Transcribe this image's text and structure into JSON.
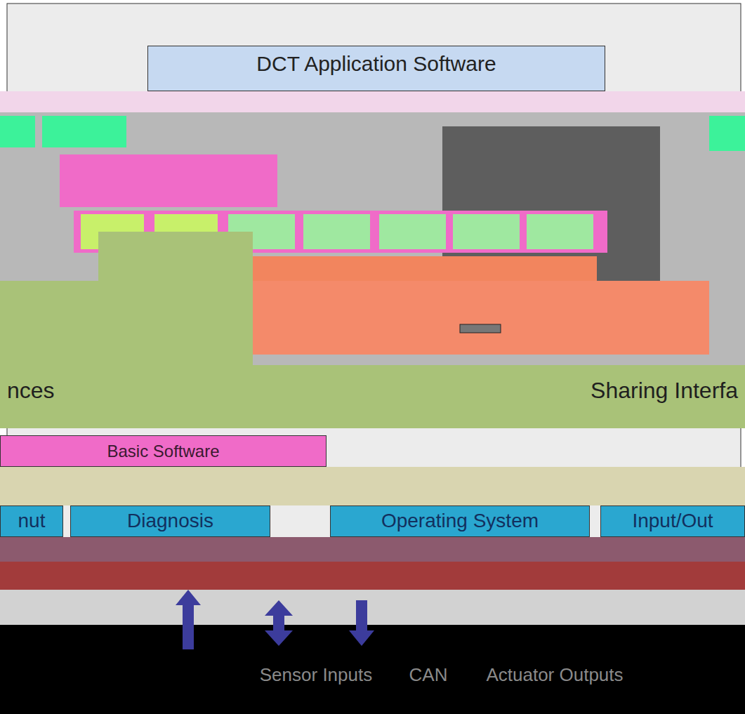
{
  "diagram": {
    "nodes": [
      {
        "text": [
          "DCT Application Software"
        ]
      },
      {
        "text": [
          "nces",
          "Sharing Interfa"
        ]
      },
      {
        "text": [
          "Basic Software"
        ]
      },
      {
        "text": [
          "nut"
        ]
      },
      {
        "text": [
          "Diagnosis"
        ]
      },
      {
        "text": [
          "Operating System"
        ]
      },
      {
        "text": [
          "Input/Out"
        ]
      }
    ],
    "labels": [
      "Sensor Inputs",
      "CAN",
      "Actuator Outputs"
    ]
  }
}
